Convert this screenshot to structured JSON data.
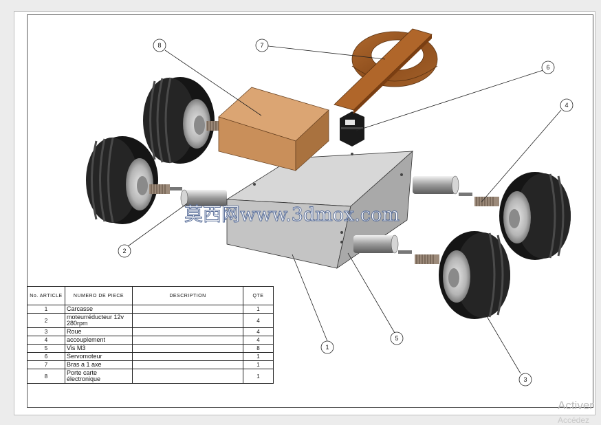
{
  "callouts": [
    {
      "label": "1"
    },
    {
      "label": "2"
    },
    {
      "label": "3"
    },
    {
      "label": "4"
    },
    {
      "label": "5"
    },
    {
      "label": "6"
    },
    {
      "label": "7"
    },
    {
      "label": "8"
    }
  ],
  "bom": {
    "headers": {
      "article": "No. ARTICLE",
      "part_number": "NUMERO DE PIECE",
      "description": "DESCRIPTION",
      "qty": "QTE"
    },
    "rows": [
      {
        "no": "1",
        "name": "Carcasse",
        "description": "",
        "qty": "1"
      },
      {
        "no": "2",
        "name": "moteurréducteur 12v 280rpm",
        "description": "",
        "qty": "4"
      },
      {
        "no": "3",
        "name": "Roue",
        "description": "",
        "qty": "4"
      },
      {
        "no": "4",
        "name": "accouplement",
        "description": "",
        "qty": "4"
      },
      {
        "no": "5",
        "name": "Vis M3",
        "description": "",
        "qty": "8"
      },
      {
        "no": "6",
        "name": "Servomoteur",
        "description": "",
        "qty": "1"
      },
      {
        "no": "7",
        "name": "Bras a 1 axe",
        "description": "",
        "qty": "1"
      },
      {
        "no": "8",
        "name": "Porte carte électronique",
        "description": "",
        "qty": "1"
      }
    ]
  },
  "watermark": "莫西网www.3dmox.com",
  "overlay": {
    "line1": "Activer",
    "line2": "Accédez"
  },
  "colors": {
    "chassis": "#c9c9c9",
    "wood_box": "#c98f5a",
    "tire": "#1c1c1c",
    "rim": "#bcbcbc",
    "arm_wood": "#a45a22"
  }
}
